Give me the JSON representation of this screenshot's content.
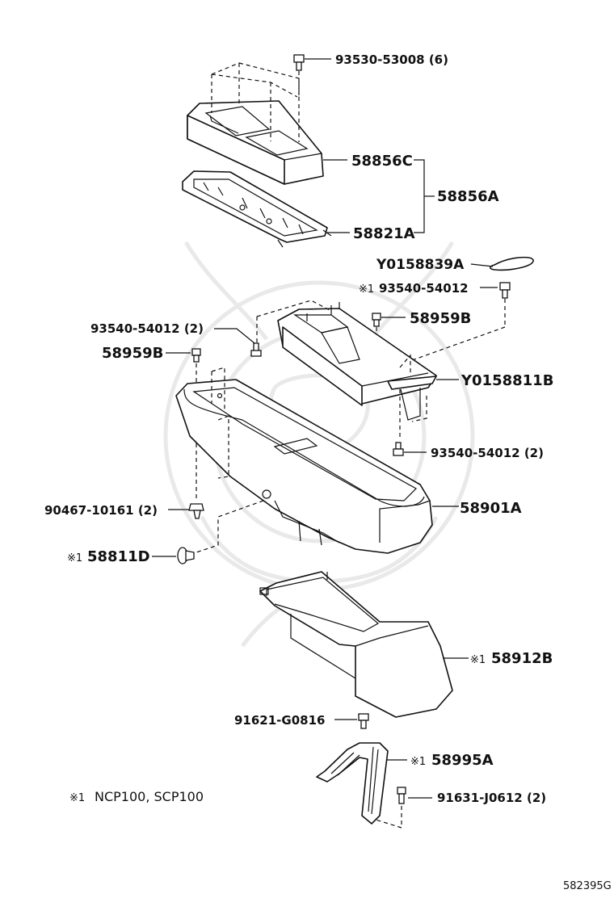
{
  "diagram": {
    "parts": [
      {
        "id": "p93530",
        "text": "93530-53008 (6)"
      },
      {
        "id": "p58856C",
        "text": "58856C"
      },
      {
        "id": "p58856A",
        "text": "58856A"
      },
      {
        "id": "p58821A",
        "text": "58821A"
      },
      {
        "id": "pY0158839A",
        "text": "Y0158839A"
      },
      {
        "id": "p93540top",
        "text": "93540-54012"
      },
      {
        "id": "p58959Bright",
        "text": "58959B"
      },
      {
        "id": "p93540left",
        "text": "93540-54012 (2)"
      },
      {
        "id": "p58959Bleft",
        "text": "58959B"
      },
      {
        "id": "pY0158811B",
        "text": "Y0158811B"
      },
      {
        "id": "p93540right",
        "text": "93540-54012 (2)"
      },
      {
        "id": "p90467",
        "text": "90467-10161 (2)"
      },
      {
        "id": "p58901A",
        "text": "58901A"
      },
      {
        "id": "p58811D",
        "text": "58811D"
      },
      {
        "id": "p58912B",
        "text": "58912B"
      },
      {
        "id": "p91621",
        "text": "91621-G0816"
      },
      {
        "id": "p58995A",
        "text": "58995A"
      },
      {
        "id": "p91631",
        "text": "91631-J0612 (2)"
      }
    ],
    "note_mark": "※1",
    "footnote_text": "NCP100, SCP100",
    "diagram_code": "582395G"
  }
}
